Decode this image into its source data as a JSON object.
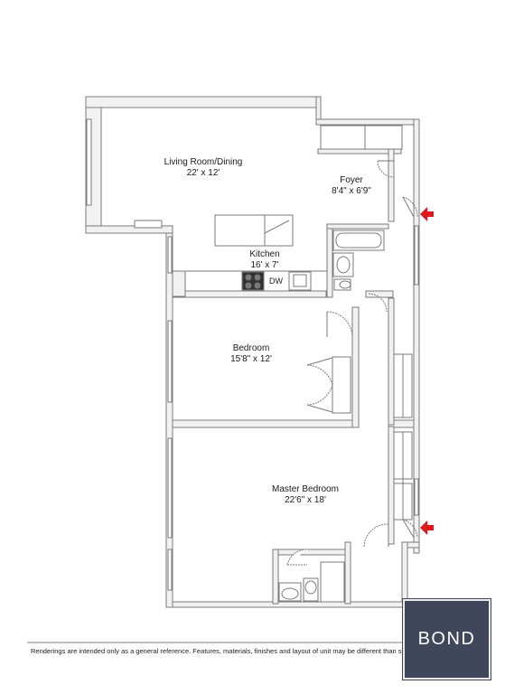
{
  "rooms": {
    "living": {
      "name": "Living Room/Dining",
      "size": "22' x 12'"
    },
    "foyer": {
      "name": "Foyer",
      "size": "8'4\" x 6'9\""
    },
    "kitchen": {
      "name": "Kitchen",
      "size": "16' x 7'"
    },
    "bedroom": {
      "name": "Bedroom",
      "size": "15'8\" x 12'"
    },
    "master": {
      "name": "Master Bedroom",
      "size": "22'6\" x 18'"
    }
  },
  "appliances": {
    "dishwasher": "DW"
  },
  "entry_marker_color": "#e0161b",
  "disclaimer": "Renderings are intended only as a general reference. Features, materials, finishes and layout of unit may be different than shown.",
  "brand": {
    "logo": "BOND",
    "logo_bg": "#40475a"
  }
}
